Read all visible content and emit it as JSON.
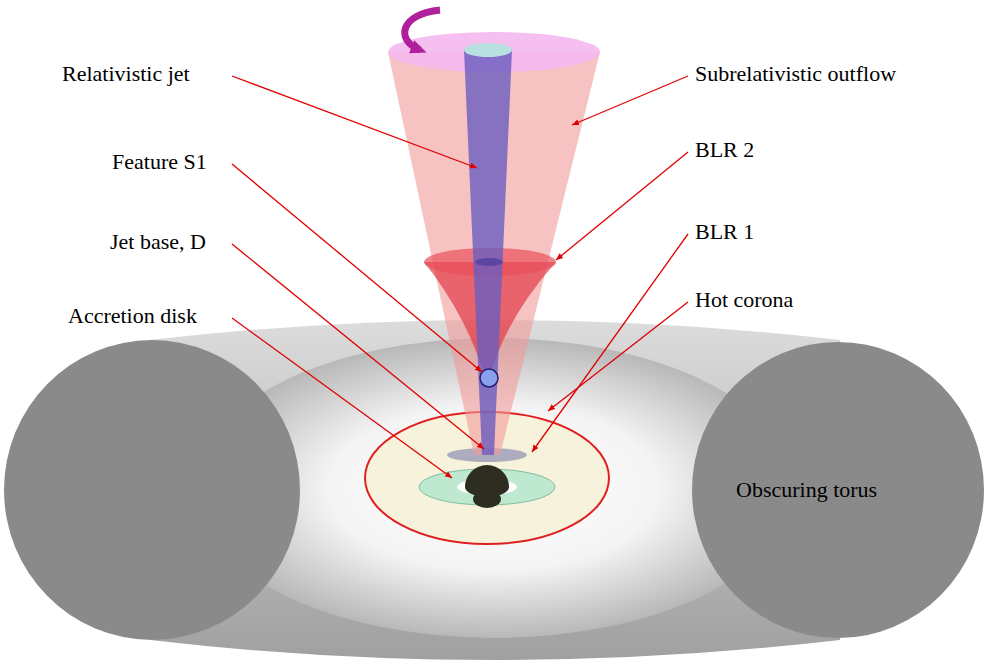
{
  "diagram": {
    "labels": [
      "Relativistic jet",
      "Subrelativistic outflow",
      "Feature S1",
      "BLR 2",
      "Jet base, D",
      "BLR 1",
      "Accretion disk",
      "Hot corona",
      "Obscuring torus"
    ]
  }
}
